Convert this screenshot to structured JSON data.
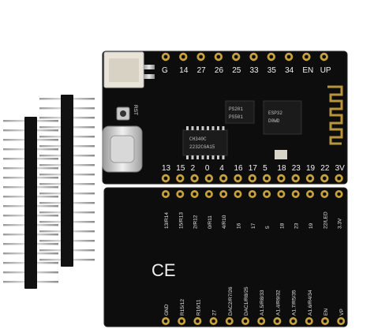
{
  "scene": {
    "front_board": {
      "top_pins": [
        "G",
        "14",
        "27",
        "26",
        "25",
        "33",
        "35",
        "34",
        "EN",
        "UP"
      ],
      "bottom_pins": [
        "13",
        "15",
        "2",
        "0",
        "4",
        "16",
        "17",
        "5",
        "18",
        "23",
        "19",
        "22",
        "3V"
      ],
      "button_label": "RST",
      "ch340_text": [
        "CH340C",
        "2232C6A15"
      ],
      "reg_text": [
        "PS201",
        "PS501"
      ],
      "esp_text": [
        "ESP32",
        "D0WD"
      ]
    },
    "back_board": {
      "top_labels": [
        "13/R14",
        "15/R13",
        "2/R12",
        "0/R11",
        "4/R10",
        "16",
        "17",
        "5",
        "18",
        "23",
        "19",
        "22/LED",
        "3.3V"
      ],
      "bottom_labels": [
        "GND",
        "R15/12",
        "R16/11",
        "27",
        "DAC2/R7/26",
        "DAC1/R8/25",
        "A1.5/R8/33",
        "A1.4/R9/32",
        "A1.7/R5/35",
        "A1.6/R4/34",
        "EN",
        "VP"
      ],
      "ce_mark": "CE"
    },
    "headers": {
      "left_count": 20,
      "right_count": 20
    }
  }
}
